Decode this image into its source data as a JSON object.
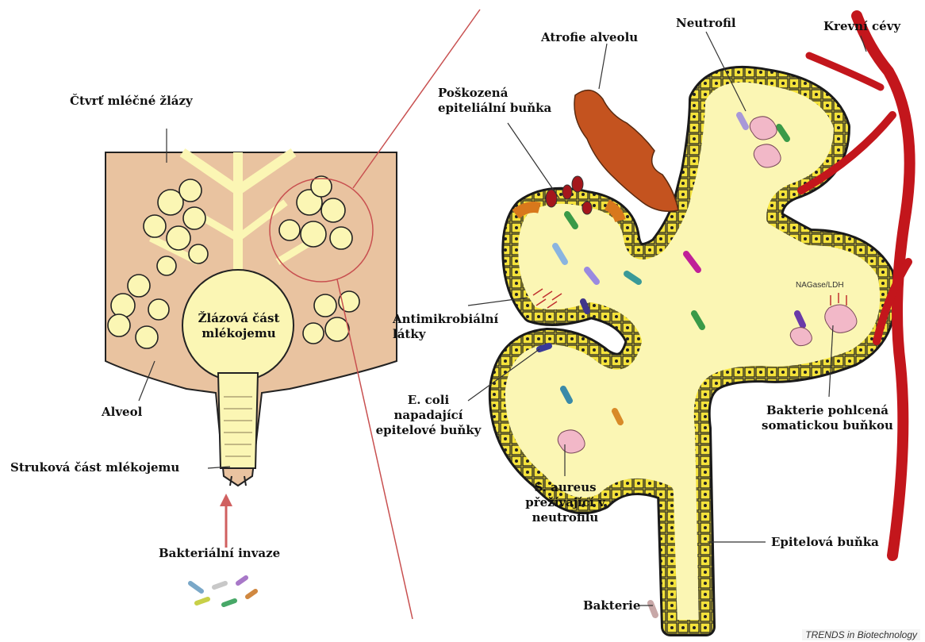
{
  "labels": {
    "quarter": "Čtvrť mléčné žlázy",
    "gland_cistern": "Žlázová část\nmlékojemu",
    "alveolus": "Alveol",
    "teat_cistern": "Struková část mlékojemu",
    "bacterial_invasion": "Bakteriální invaze",
    "alveolar_atrophy": "Atrofie alveolu",
    "neutrophil": "Neutrofil",
    "blood_vessels": "Krevní cévy",
    "damaged_epithelial": "Poškozená\nepiteliální buňka",
    "antimicrobial": "Antimikrobiální\nlátky",
    "ecoli": "E. coli\nnapadající\nepitelové buňky",
    "saureus": "S. aureus\npřežívající v\nneutrofilu",
    "engulfed": "Bakterie pohlcená\nsomatickou buňkou",
    "epithelial_cell": "Epitelová buňka",
    "bacteria": "Bakterie",
    "nagase": "NAGase/LDH"
  },
  "credit": "TRENDS in Biotechnology",
  "colors": {
    "tissue": "#e9c3a0",
    "lumen": "#fbf6b4",
    "cell": "#f4e23a",
    "vessel": "#c3161c",
    "atrophy": "#c4531f",
    "connector": "#c85050",
    "arrow": "#d06060"
  }
}
